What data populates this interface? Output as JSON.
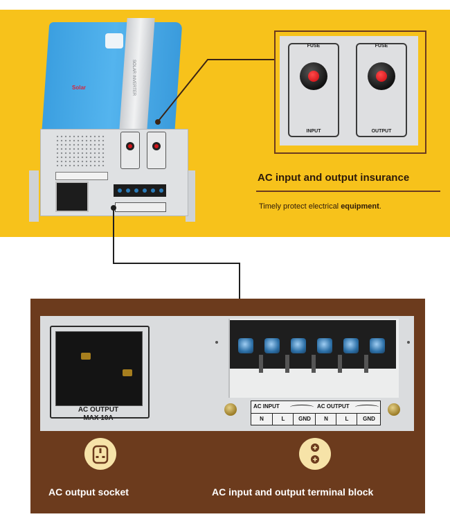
{
  "colors": {
    "top_band": "#f7c21b",
    "bottom_band": "#6c3b1d",
    "caption": "#2d1a0a",
    "fuse_red": "#d0141a"
  },
  "inverter": {
    "brand": "Solar",
    "strip_text": "SOLAR INVERTER"
  },
  "zoom": {
    "fuses": [
      {
        "top_label": "FUSE",
        "bottom_label": "INPUT"
      },
      {
        "top_label": "FUSE",
        "bottom_label": "OUTPUT"
      }
    ]
  },
  "insurance": {
    "title": "AC input and output insurance",
    "subtitle_plain": "Timely protect electrical ",
    "subtitle_bold": "equipment",
    "subtitle_end": "."
  },
  "socket": {
    "label_line1": "AC  OUTPUT",
    "label_line2": "MAX 10A",
    "caption": "AC output socket",
    "icon": "three-pin-socket-icon"
  },
  "terminal": {
    "input_head": "AC INPUT",
    "output_head": "AC OUTPUT",
    "cells": [
      "N",
      "L",
      "GND",
      "N",
      "L",
      "GND"
    ],
    "caption": "AC input and output terminal block",
    "icon": "screw-terminal-icon"
  }
}
